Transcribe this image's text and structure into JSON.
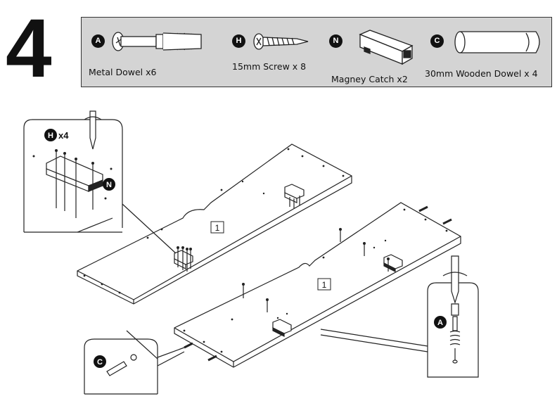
{
  "step": {
    "number": "4"
  },
  "parts": [
    {
      "letter": "A",
      "icon": "metal-dowel-icon",
      "label": "Metal Dowel x6"
    },
    {
      "letter": "H",
      "icon": "screw-icon",
      "label": "15mm Screw x 8"
    },
    {
      "letter": "N",
      "icon": "magnetic-catch-icon",
      "label": "Magney Catch x2"
    },
    {
      "letter": "C",
      "icon": "wooden-dowel-icon",
      "label": "30mm Wooden Dowel x 4"
    }
  ],
  "callouts": {
    "catch_detail": {
      "letter": "H",
      "count": "x4",
      "catch_letter": "N"
    },
    "wooden_dowel_detail": {
      "letter": "C"
    },
    "metal_dowel_detail": {
      "letter": "A"
    }
  },
  "panels": [
    {
      "label": "1"
    },
    {
      "label": "1"
    }
  ],
  "colors": {
    "ink": "#111111",
    "parts_bg": "#d4d4d4",
    "paper": "#ffffff"
  }
}
